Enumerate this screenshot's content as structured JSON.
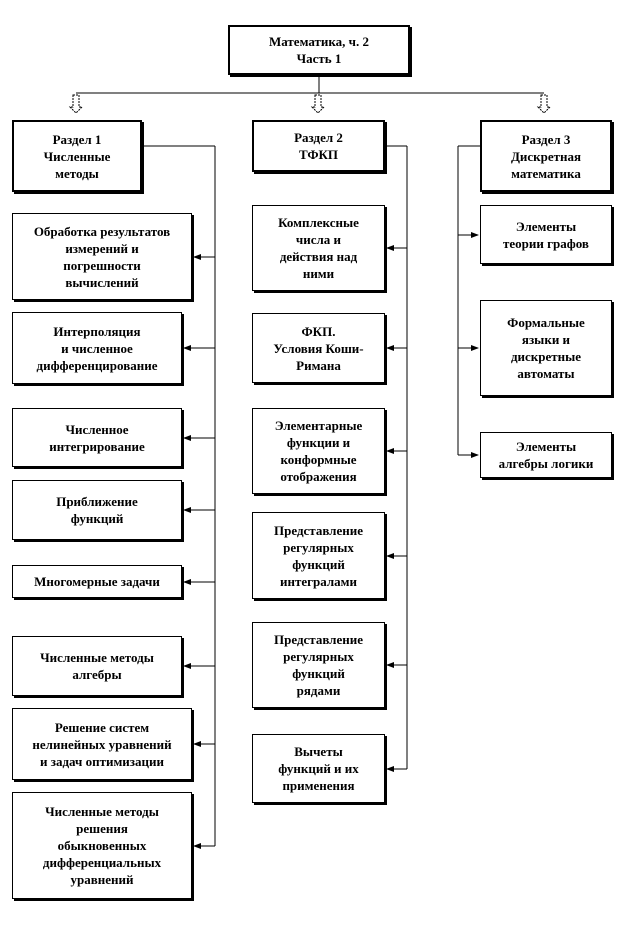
{
  "root": {
    "lines": [
      "Математика, ч. 2",
      "Часть 1"
    ]
  },
  "sections": [
    {
      "id": "s1",
      "header": [
        "Раздел 1",
        "Численные",
        "методы"
      ],
      "items": [
        [
          "Обработка результатов",
          "измерений и",
          "погрешности",
          "вычислений"
        ],
        [
          "Интерполяция",
          "и численное",
          "дифференцирование"
        ],
        [
          "Численное",
          "интегрирование"
        ],
        [
          "Приближение",
          "функций"
        ],
        [
          "Многомерные задачи"
        ],
        [
          "Численные методы",
          "алгебры"
        ],
        [
          "Решение систем",
          "нелинейных уравнений",
          "и задач оптимизации"
        ],
        [
          "Численные методы",
          "решения",
          "обыкновенных",
          "дифференциальных",
          "уравнений"
        ]
      ]
    },
    {
      "id": "s2",
      "header": [
        "Раздел 2",
        "ТФКП"
      ],
      "items": [
        [
          "Комплексные",
          "числа и",
          "действия над",
          "ними"
        ],
        [
          "ФКП.",
          "Условия Коши-",
          "Римана"
        ],
        [
          "Элементарные",
          "функции и",
          "конформные",
          "отображения"
        ],
        [
          "Представление",
          "регулярных",
          "функций",
          "интегралами"
        ],
        [
          "Представление",
          "регулярных",
          "функций",
          "рядами"
        ],
        [
          "Вычеты",
          "функций и их",
          "применения"
        ]
      ]
    },
    {
      "id": "s3",
      "header": [
        "Раздел 3",
        "Дискретная",
        "математика"
      ],
      "items": [
        [
          "Элементы",
          "теории графов"
        ],
        [
          "Формальные",
          "языки и",
          "дискретные",
          "автоматы"
        ],
        [
          "Элементы",
          "алгебры логики"
        ]
      ]
    }
  ]
}
